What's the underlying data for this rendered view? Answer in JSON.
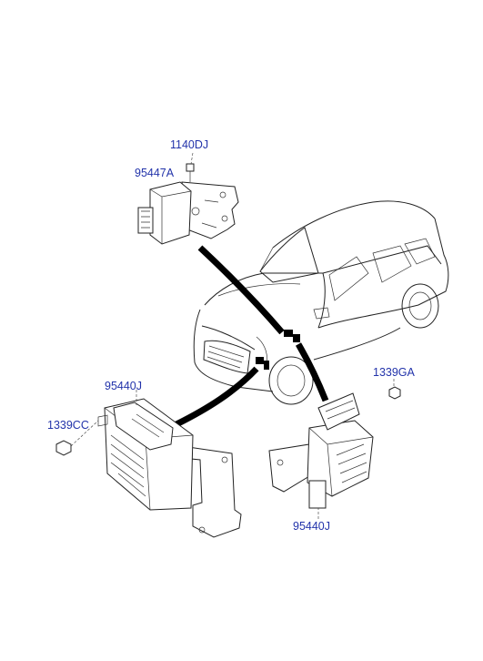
{
  "callouts": {
    "bolt_top": "1140DJ",
    "module_top": "95447A",
    "ecu_left": "95440J",
    "nut_left": "1339CC",
    "nut_right": "1339GA",
    "ecu_right": "95440J"
  },
  "colors": {
    "callout_text": "#2233aa",
    "line_art": "#222222",
    "background": "#ffffff"
  }
}
